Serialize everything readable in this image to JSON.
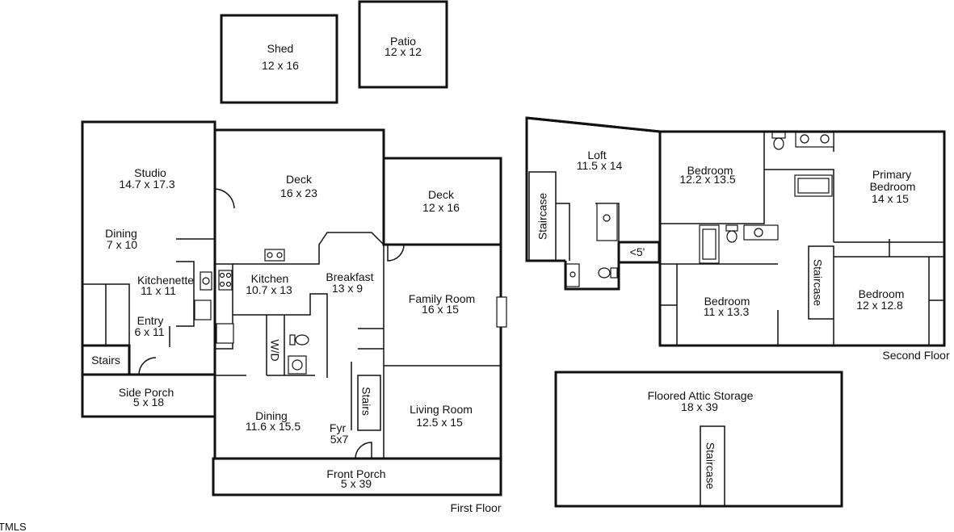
{
  "floors": {
    "first": "First Floor",
    "second": "Second Floor"
  },
  "rooms": {
    "shed": {
      "name": "Shed",
      "size": "12 x 16"
    },
    "patio": {
      "name": "Patio",
      "size": "12 x 12"
    },
    "studio": {
      "name": "Studio",
      "size": "14.7 x 17.3"
    },
    "deck1": {
      "name": "Deck",
      "size": "16 x 23"
    },
    "deck2": {
      "name": "Deck",
      "size": "12 x 16"
    },
    "dining1": {
      "name": "Dining",
      "size": "7 x 10"
    },
    "kitchenette": {
      "name": "Kitchenette",
      "size": "11 x 11"
    },
    "kitchen": {
      "name": "Kitchen",
      "size": "10.7 x 13"
    },
    "breakfast": {
      "name": "Breakfast",
      "size": "13 x 9"
    },
    "family": {
      "name": "Family Room",
      "size": "16 x 15"
    },
    "entry": {
      "name": "Entry",
      "size": "6 x 11"
    },
    "stairs1": {
      "name": "Stairs"
    },
    "wd": {
      "name": "W/D"
    },
    "sideporch": {
      "name": "Side Porch",
      "size": "5 x 18"
    },
    "dining2": {
      "name": "Dining",
      "size": "11.6 x 15.5"
    },
    "stairs2": {
      "name": "Stairs"
    },
    "living": {
      "name": "Living Room",
      "size": "12.5 x 15"
    },
    "fyr": {
      "name": "Fyr",
      "size": "5x7"
    },
    "frontporch": {
      "name": "Front Porch",
      "size": "5 x 39"
    },
    "loft": {
      "name": "Loft",
      "size": "11.5 x 14"
    },
    "staircase1": {
      "name": "Staircase"
    },
    "low": {
      "name": "<5'"
    },
    "bedroom1": {
      "name": "Bedroom",
      "size": "12.2 x 13.5"
    },
    "primary": {
      "name1": "Primary",
      "name2": "Bedroom",
      "size": "14 x 15"
    },
    "staircase2": {
      "name": "Staircase"
    },
    "bedroom2": {
      "name": "Bedroom",
      "size": "11 x 13.3"
    },
    "bedroom3": {
      "name": "Bedroom",
      "size": "12 x 12.8"
    },
    "attic": {
      "name": "Floored Attic Storage",
      "size": "18 x 39"
    },
    "staircase3": {
      "name": "Staircase"
    }
  },
  "watermark": "TMLS"
}
